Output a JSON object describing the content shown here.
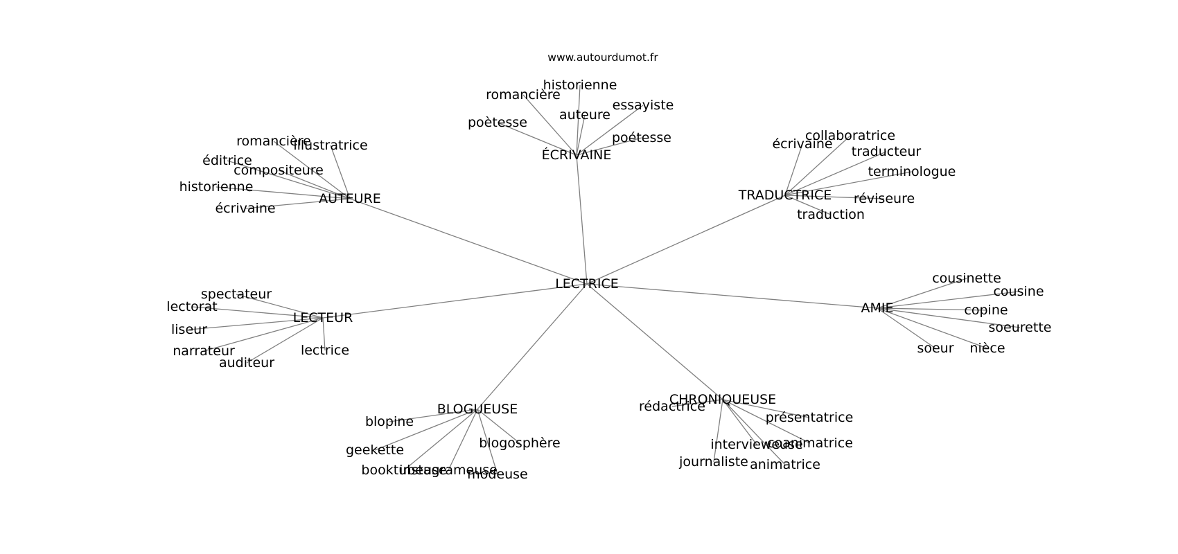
{
  "source_text": "www.autourdumot.fr",
  "colors": {
    "edge": "#808080",
    "text": "#000000",
    "background": "#ffffff"
  },
  "graph": {
    "center": "LECTRICE",
    "groups": [
      {
        "name": "ÉCRIVAINE",
        "leaves": [
          "historienne",
          "romancière",
          "essayiste",
          "auteure",
          "poètesse",
          "poétesse"
        ]
      },
      {
        "name": "AUTEURE",
        "leaves": [
          "romancière",
          "illustratrice",
          "éditrice",
          "compositeure",
          "historienne",
          "écrivaine"
        ]
      },
      {
        "name": "TRADUCTRICE",
        "leaves": [
          "collaboratrice",
          "écrivaine",
          "traducteur",
          "terminologue",
          "réviseure",
          "traduction"
        ]
      },
      {
        "name": "LECTEUR",
        "leaves": [
          "spectateur",
          "lectorat",
          "liseur",
          "narrateur",
          "auditeur",
          "lectrice"
        ]
      },
      {
        "name": "AMIE",
        "leaves": [
          "cousinette",
          "cousine",
          "copine",
          "soeurette",
          "soeur",
          "nièce"
        ]
      },
      {
        "name": "BLOGUEUSE",
        "leaves": [
          "blopine",
          "geekette",
          "blogosphère",
          "booktubeuse",
          "instagrameuse",
          "modeuse"
        ]
      },
      {
        "name": "CHRONIQUEUSE",
        "leaves": [
          "rédactrice",
          "présentatrice",
          "intervieweuse",
          "coanimatrice",
          "journaliste",
          "animatrice"
        ]
      }
    ]
  }
}
